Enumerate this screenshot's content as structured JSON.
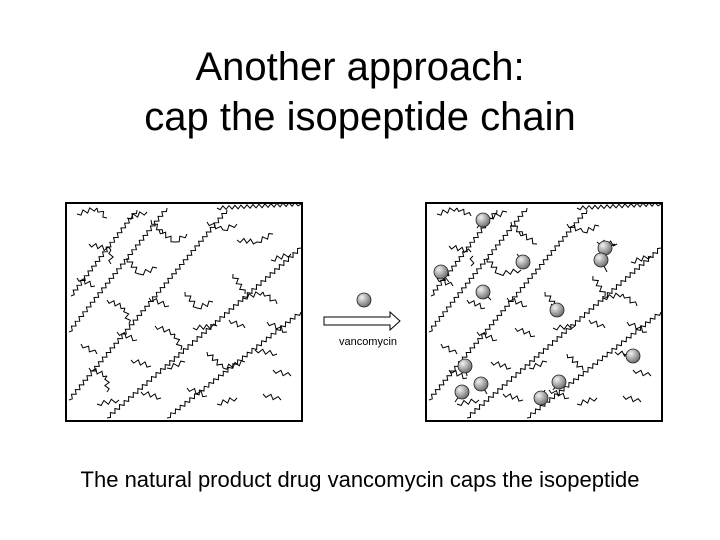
{
  "title": {
    "line1": "Another approach:",
    "line2": "cap the isopeptide chain"
  },
  "arrow": {
    "label": "vancomycin"
  },
  "caption": "The natural product drug vancomycin caps the isopeptide",
  "colors": {
    "line": "#000000",
    "sphere_light": "#f2f2f2",
    "sphere_dark": "#6f6f6f",
    "background": "#ffffff"
  }
}
